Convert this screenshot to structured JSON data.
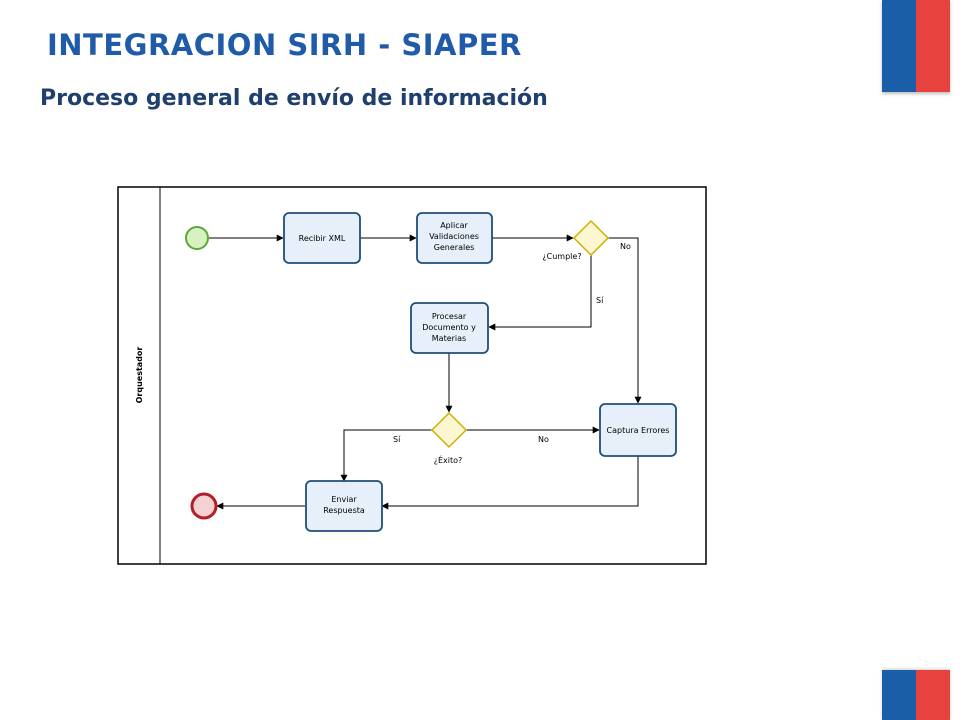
{
  "header": {
    "title": "INTEGRACION SIRH - SIAPER",
    "subtitle": "Proceso general de envío de información"
  },
  "colors": {
    "title": "#1f5ba8",
    "subtitle": "#1f3f6e",
    "flag_blue": "#1a5ea8",
    "flag_red": "#e8423f",
    "task_fill": "#e7f0fa",
    "task_stroke": "#1f4e79",
    "start_fill": "#d7f2c0",
    "start_stroke": "#5aa83a",
    "end_fill": "#f6d1d1",
    "end_stroke": "#b21f2a",
    "gateway_fill": "#fdf6d2",
    "gateway_stroke": "#c9b200"
  },
  "diagram": {
    "lane_label": "Orquestador",
    "tasks": {
      "recibir_xml": [
        "Recibir XML"
      ],
      "aplicar_validaciones": [
        "Aplicar",
        "Validaciones",
        "Generales"
      ],
      "procesar_documento": [
        "Procesar",
        "Documento y",
        "Materias"
      ],
      "captura_errores": [
        "Captura Errores"
      ],
      "enviar_respuesta": [
        "Enviar",
        "Respuesta"
      ]
    },
    "gateways": {
      "cumple": "¿Cumple?",
      "exito": "¿Éxito?"
    },
    "flow_labels": {
      "cumple_no": "No",
      "cumple_si": "Sí",
      "exito_si": "Sí",
      "exito_no": "No"
    }
  }
}
